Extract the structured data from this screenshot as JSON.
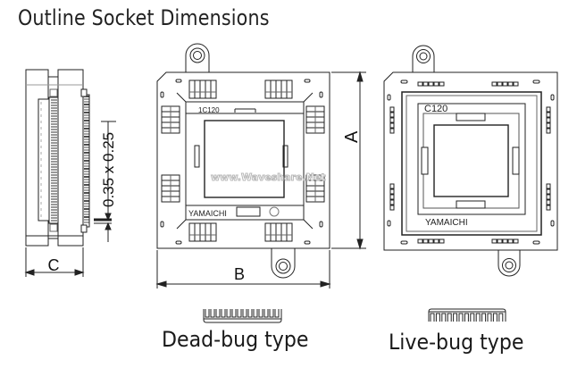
{
  "title": "Outline Socket Dimensions",
  "side_view": {
    "dimension_label": "0.35 x 0.25",
    "width_label": "C"
  },
  "dead_bug_view": {
    "height_label": "A",
    "width_label": "B",
    "model_label": "1C120",
    "brand_label": "YAMAICHI",
    "caption": "Dead-bug type"
  },
  "live_bug_view": {
    "model_label": "C120",
    "brand_label": "YAMAICHI",
    "caption": "Live-bug type"
  },
  "watermark": "www.Waveshare.Net",
  "colors": {
    "line": "#222222",
    "fill": "#ffffff",
    "shade": "#f2f2f2",
    "watermark_stroke": "#b8b8b8"
  }
}
